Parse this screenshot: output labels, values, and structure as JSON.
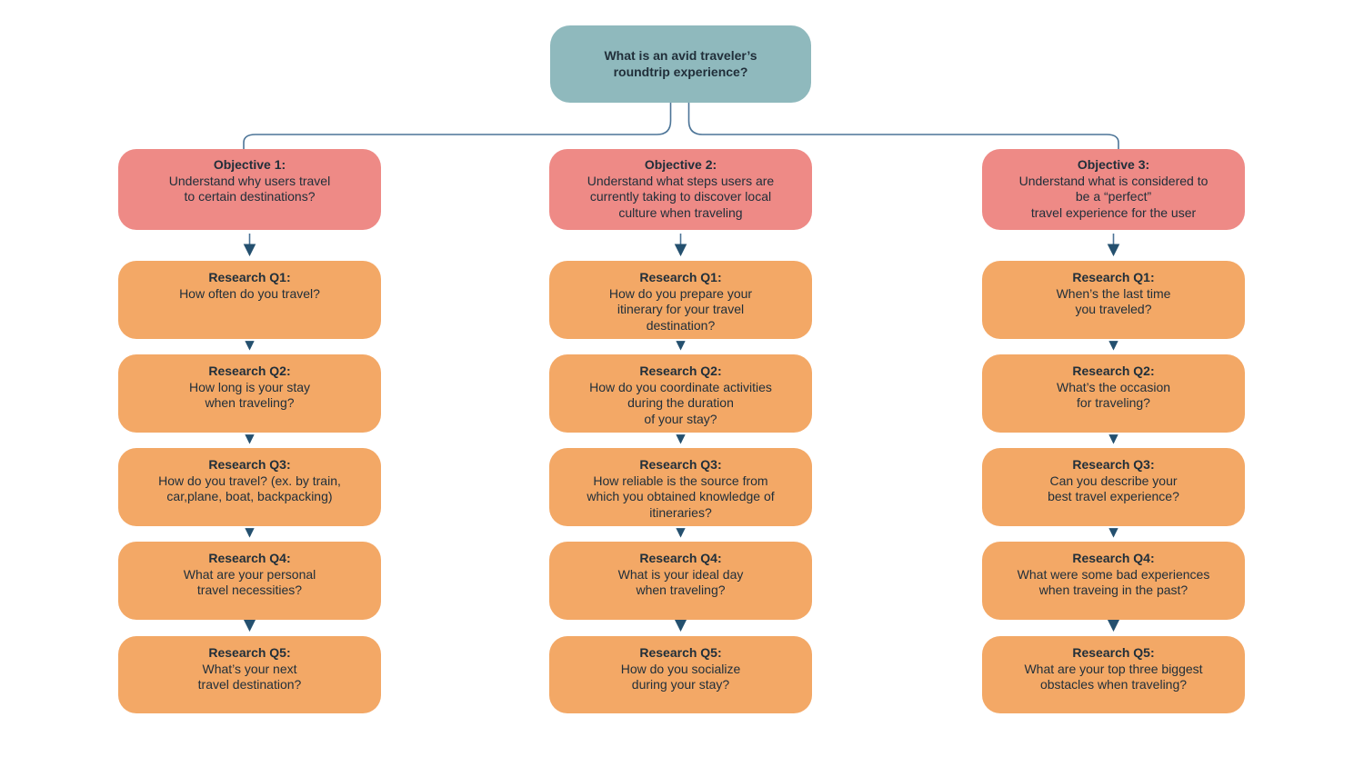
{
  "root_question": {
    "title": "What is an avid traveler’s\nroundtrip experience?"
  },
  "columns": [
    {
      "objective": {
        "title": "Objective 1:",
        "body": "Understand why users travel\nto certain destinations?"
      },
      "questions": [
        {
          "title": "Research Q1:",
          "body": "How often do you travel?"
        },
        {
          "title": "Research Q2:",
          "body": "How long is your stay\nwhen traveling?"
        },
        {
          "title": "Research Q3:",
          "body": "How do you travel? (ex. by train,\ncar,plane, boat, backpacking)"
        },
        {
          "title": "Research Q4:",
          "body": "What are your personal\ntravel necessities?"
        },
        {
          "title": "Research Q5:",
          "body": "What’s your next\ntravel destination?"
        }
      ]
    },
    {
      "objective": {
        "title": "Objective 2:",
        "body": "Understand what steps users are\ncurrently taking to discover local\nculture when traveling"
      },
      "questions": [
        {
          "title": "Research Q1:",
          "body": "How do you prepare your\nitinerary for your travel\ndestination?"
        },
        {
          "title": "Research Q2:",
          "body": "How do you coordinate activities\nduring the duration\nof your stay?"
        },
        {
          "title": "Research Q3:",
          "body": "How reliable is the source from\nwhich you obtained knowledge of\nitineraries?"
        },
        {
          "title": "Research Q4:",
          "body": "What is your ideal day\nwhen traveling?"
        },
        {
          "title": "Research Q5:",
          "body": "How do you socialize\nduring your stay?"
        }
      ]
    },
    {
      "objective": {
        "title": "Objective 3:",
        "body": "Understand what is considered to\nbe a “perfect”\ntravel experience for the user"
      },
      "questions": [
        {
          "title": "Research Q1:",
          "body": "When’s the last time\nyou traveled?"
        },
        {
          "title": "Research Q2:",
          "body": "What’s the occasion\nfor traveling?"
        },
        {
          "title": "Research Q3:",
          "body": "Can you describe your\nbest travel experience?"
        },
        {
          "title": "Research Q4:",
          "body": "What were some bad experiences\nwhen traveing in the past?"
        },
        {
          "title": "Research Q5:",
          "body": "What are your top three biggest\nobstacles when traveling?"
        }
      ]
    }
  ],
  "colors": {
    "background": "#ffffff",
    "root_fill": "#8fb9bd",
    "objective_fill": "#ee8a86",
    "question_fill": "#f3a866",
    "text": "#212f3a",
    "connector": "#4c7497",
    "arrowhead": "#24506f"
  }
}
